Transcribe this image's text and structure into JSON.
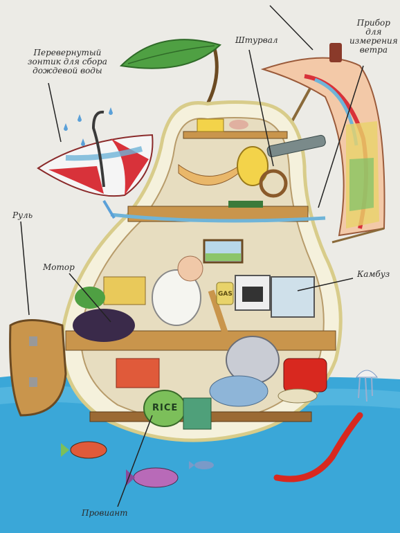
{
  "labels": {
    "umbrella": "Перевернутый\nзонтик для сбора\nдождевой воды",
    "wheel": "Штурвал",
    "wind_gauge": "Прибор\nдля\nизмерения\nветра",
    "rudder": "Руль",
    "motor": "Мотор",
    "galley": "Камбуз",
    "provisions": "Провиант"
  },
  "props": {
    "rice_sack": "RICE",
    "gas_can": "GAS"
  },
  "colors": {
    "background": "#ecebe6",
    "pear_skin": "#f5f1dc",
    "pear_outline": "#d8cc8a",
    "leaf": "#4fa043",
    "water": "#3aa7d8",
    "wood": "#c9954c",
    "umbrella_red": "#d8323a",
    "eel": "#d8281f"
  },
  "icons": [
    "pear-boat",
    "umbrella",
    "wind-vane",
    "rudder",
    "fish",
    "jellyfish",
    "eel",
    "elephant",
    "old-man",
    "cat"
  ]
}
